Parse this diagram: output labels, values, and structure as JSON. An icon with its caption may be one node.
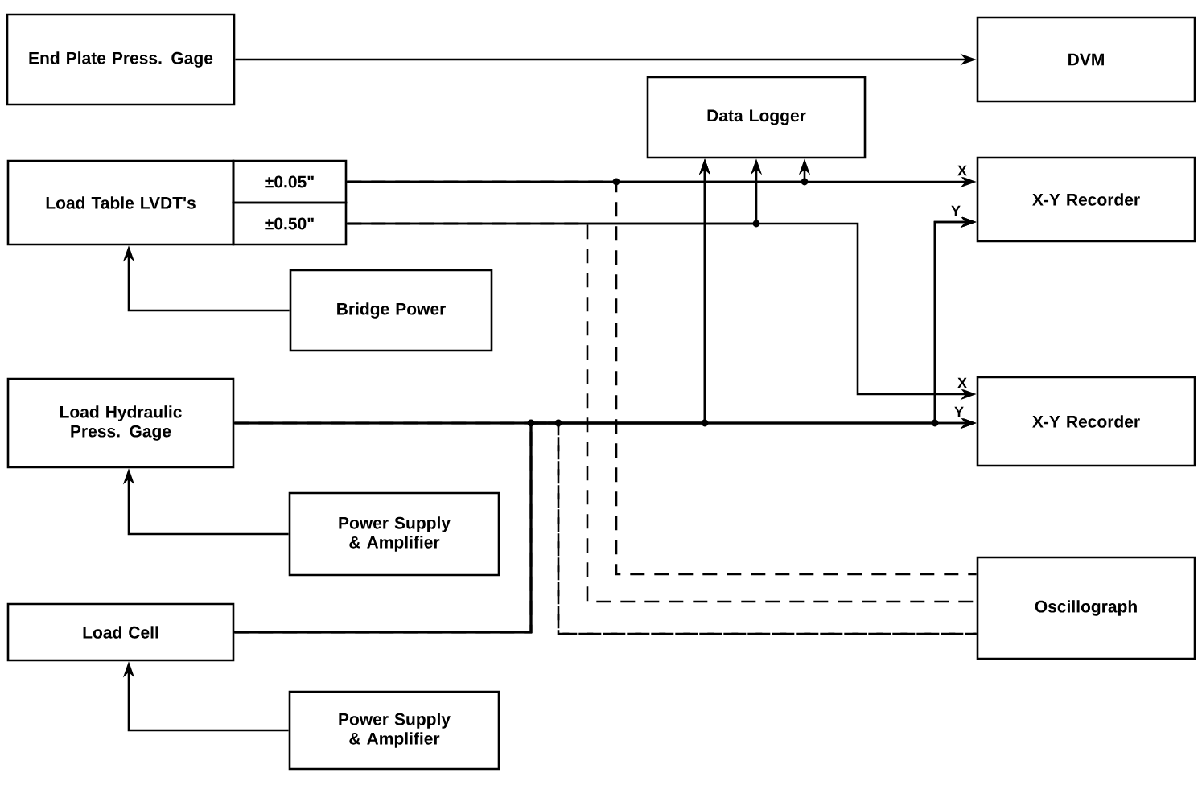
{
  "diagram": {
    "nodes": [
      {
        "text": [
          "End Plate Press. Gage"
        ]
      },
      {
        "text": [
          "DVM"
        ]
      },
      {
        "text": [
          "Data Logger"
        ]
      },
      {
        "text": [
          "Load Table LVDT's"
        ]
      },
      {
        "text": [
          "±0.05\""
        ]
      },
      {
        "text": [
          "±0.50\""
        ]
      },
      {
        "text": [
          "X-Y Recorder"
        ]
      },
      {
        "text": [
          "Bridge Power"
        ]
      },
      {
        "text": [
          "Load Hydraulic Press. Gage"
        ]
      },
      {
        "text": [
          "X-Y Recorder"
        ]
      },
      {
        "text": [
          "Power Supply & Amplifier"
        ]
      },
      {
        "text": [
          "Oscillograph"
        ]
      },
      {
        "text": [
          "Load Cell"
        ]
      },
      {
        "text": [
          "Power Supply & Amplifier"
        ]
      }
    ],
    "edges": [
      {
        "from": 0,
        "to": 1,
        "arrow": "to"
      },
      {
        "from": 4,
        "to": 6,
        "arrow": "to",
        "label": "X"
      },
      {
        "from": 4,
        "to": 2,
        "arrow": "to"
      },
      {
        "from": 4,
        "to": 11,
        "arrow": "none",
        "style": "dashed"
      },
      {
        "from": 5,
        "to": 2,
        "arrow": "to"
      },
      {
        "from": 5,
        "to": 9,
        "arrow": "to",
        "label": "X"
      },
      {
        "from": 5,
        "to": 11,
        "arrow": "none",
        "style": "dashed"
      },
      {
        "from": 8,
        "to": 2,
        "arrow": "to"
      },
      {
        "from": 8,
        "to": 6,
        "arrow": "to",
        "label": "Y"
      },
      {
        "from": 8,
        "to": 9,
        "arrow": "to",
        "label": "Y"
      },
      {
        "from": 8,
        "to": 11,
        "arrow": "none",
        "style": "dashed"
      },
      {
        "from": 12,
        "to": 2,
        "arrow": "to"
      },
      {
        "from": 12,
        "to": 6,
        "arrow": "to"
      },
      {
        "from": 12,
        "to": 9,
        "arrow": "to"
      },
      {
        "from": 12,
        "to": 11,
        "arrow": "none",
        "style": "dashed"
      },
      {
        "from": 7,
        "to": 3,
        "arrow": "to"
      },
      {
        "from": 10,
        "to": 8,
        "arrow": "to"
      },
      {
        "from": 13,
        "to": 12,
        "arrow": "to"
      }
    ]
  }
}
